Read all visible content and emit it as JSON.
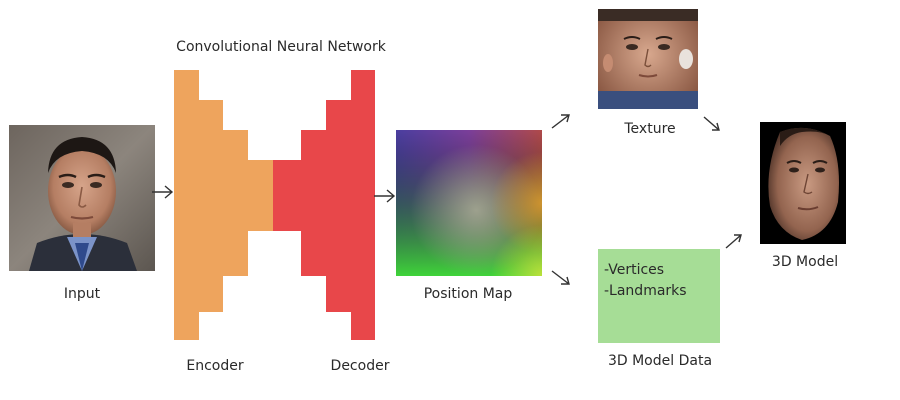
{
  "diagram": {
    "header": "Convolutional Neural Network",
    "labels": {
      "input": "Input",
      "encoder": "Encoder",
      "decoder": "Decoder",
      "position_map": "Position Map",
      "texture": "Texture",
      "model_data": "3D Model Data",
      "model_3d": "3D Model"
    },
    "model_data_items": [
      "-Vertices",
      "-Landmarks"
    ],
    "colors": {
      "encoder": "#eea45d",
      "decoder": "#e8474a",
      "model_data_box": "#a6dd96",
      "arrow": "#333333"
    },
    "icons": {
      "input_image": "face-photo",
      "position_map_image": "uv-position-map",
      "texture_image": "face-texture-unwrap",
      "model_image": "3d-face-render"
    }
  }
}
